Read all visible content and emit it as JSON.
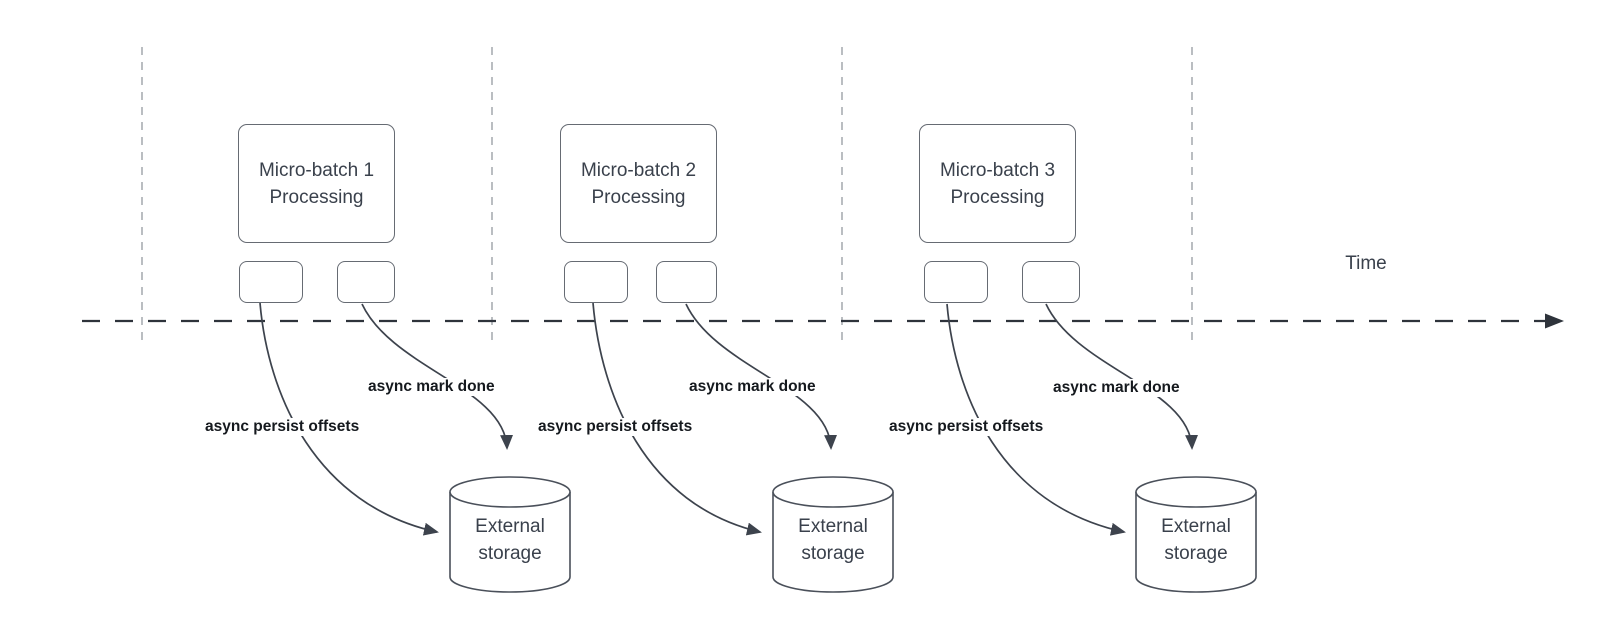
{
  "diagram": {
    "time_axis_label": "Time",
    "sections": [
      {
        "name": "micro-batch-1",
        "processing_line1": "Micro-batch 1",
        "processing_line2": "Processing",
        "persist_label": "async persist offsets",
        "mark_done_label": "async mark done",
        "storage_line1": "External",
        "storage_line2": "storage"
      },
      {
        "name": "micro-batch-2",
        "processing_line1": "Micro-batch 2",
        "processing_line2": "Processing",
        "persist_label": "async persist offsets",
        "mark_done_label": "async mark done",
        "storage_line1": "External",
        "storage_line2": "storage"
      },
      {
        "name": "micro-batch-3",
        "processing_line1": "Micro-batch 3",
        "processing_line2": "Processing",
        "persist_label": "async persist offsets",
        "mark_done_label": "async mark done",
        "storage_line1": "External",
        "storage_line2": "storage"
      }
    ],
    "colors": {
      "curve_line": "#3d434d",
      "timeline_line": "#2e333b",
      "guide_line": "#a9adb2",
      "shape_border": "#666b73",
      "shape_text": "#3a414c",
      "label_text": "#15191e",
      "background": "#ffffff"
    }
  }
}
